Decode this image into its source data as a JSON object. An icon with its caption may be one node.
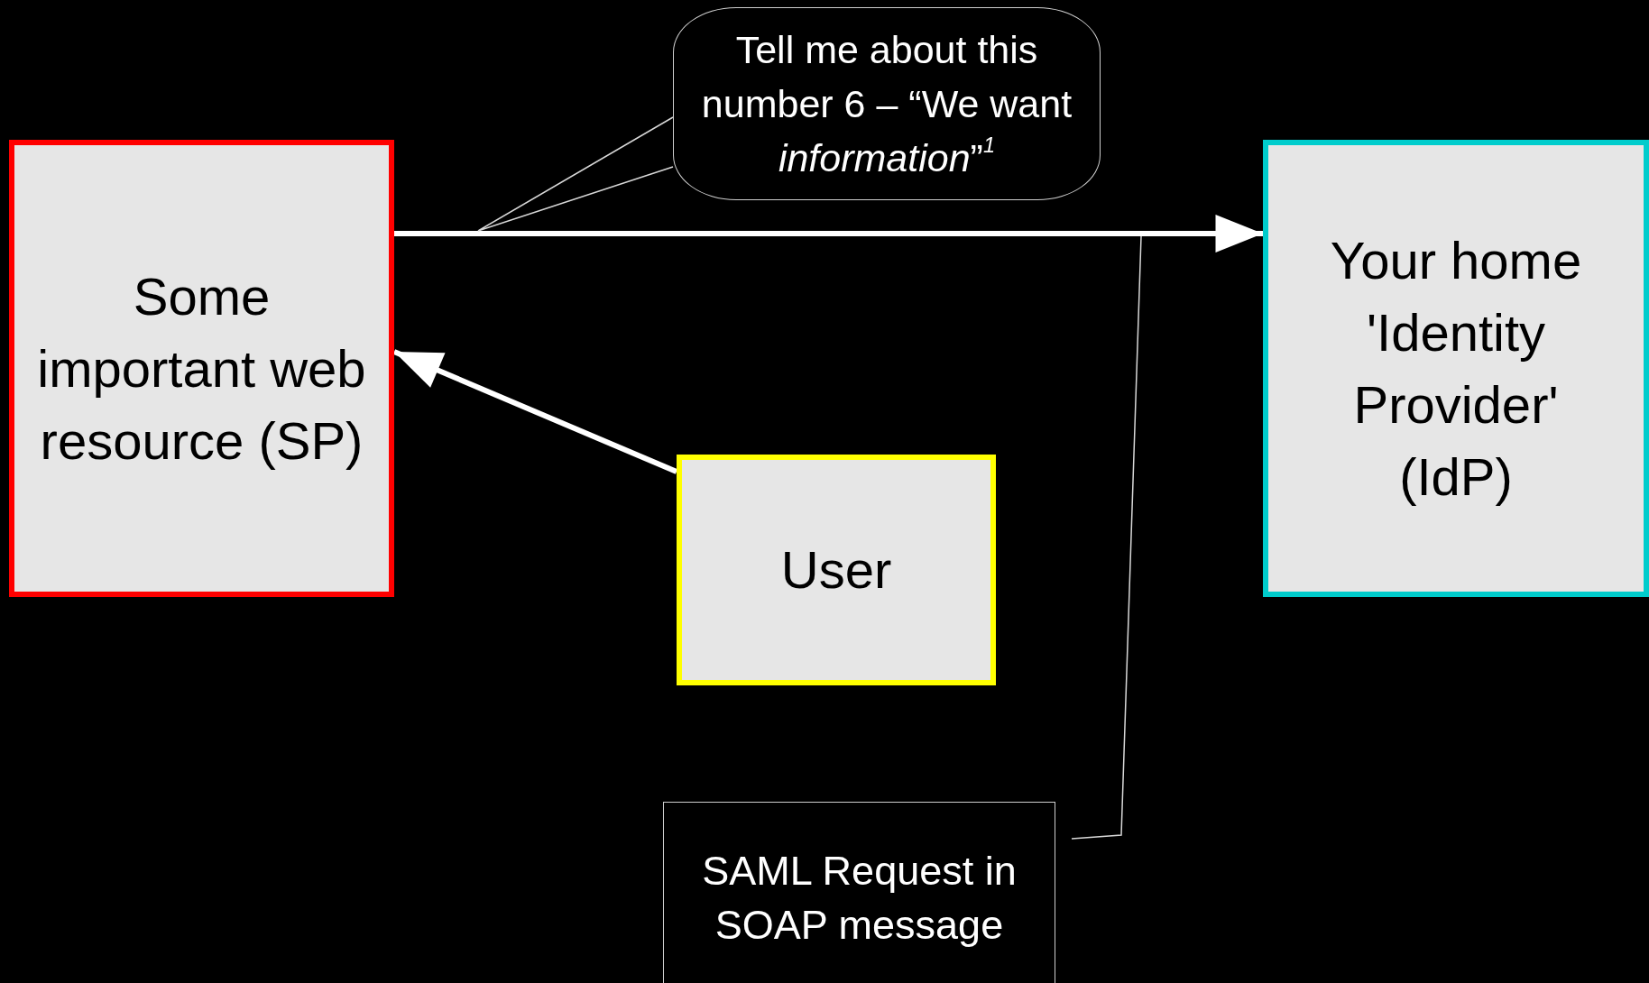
{
  "diagram": {
    "nodes": [
      {
        "text": [
          "Some important web resource (SP)"
        ]
      },
      {
        "text": [
          "Your home 'Identity Provider' (IdP)"
        ]
      },
      {
        "text": [
          "User"
        ]
      },
      {
        "text": [
          "Tell me about this number 6 – “We want *information*”$^{1}$"
        ]
      },
      {
        "text": [
          "SAML Request in SOAP message"
        ]
      }
    ],
    "edges": [
      {
        "from": 0,
        "to": 1,
        "arrow": "to",
        "style": "thick"
      },
      {
        "from": 2,
        "to": 0,
        "arrow": "to",
        "style": "thick"
      },
      {
        "from": 3,
        "to": null,
        "arrow": "none"
      },
      {
        "from": 4,
        "to": null,
        "arrow": "none"
      }
    ]
  }
}
